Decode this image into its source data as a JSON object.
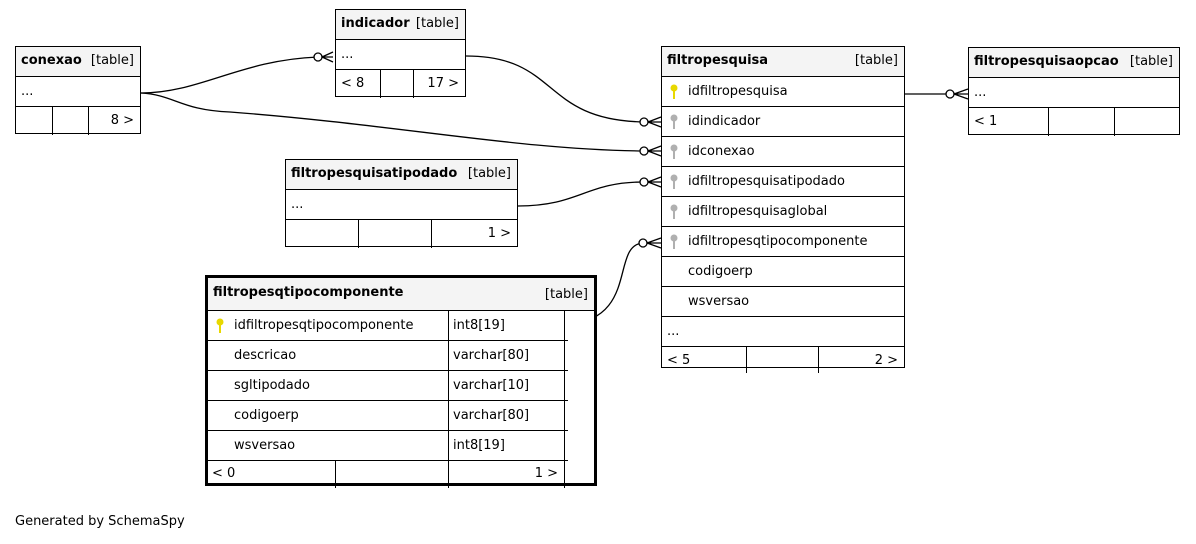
{
  "generator": "Generated by SchemaSpy",
  "tables": {
    "conexao": {
      "name": "conexao",
      "type": "[table]",
      "ellipsis": "...",
      "foot_left": "",
      "foot_right": "8 >"
    },
    "indicador": {
      "name": "indicador",
      "type": "[table]",
      "ellipsis": "...",
      "foot_left": "< 8",
      "foot_right": "17 >"
    },
    "filtropesquisa": {
      "name": "filtropesquisa",
      "type": "[table]",
      "columns": [
        {
          "name": "idfiltropesquisa",
          "key": "primary"
        },
        {
          "name": "idindicador",
          "key": "foreign"
        },
        {
          "name": "idconexao",
          "key": "foreign"
        },
        {
          "name": "idfiltropesquisatipodado",
          "key": "foreign"
        },
        {
          "name": "idfiltropesquisaglobal",
          "key": "foreign"
        },
        {
          "name": "idfiltropesqtipocomponente",
          "key": "foreign"
        },
        {
          "name": "codigoerp",
          "key": "none"
        },
        {
          "name": "wsversao",
          "key": "none"
        }
      ],
      "ellipsis": "...",
      "foot_left": "< 5",
      "foot_right": "2 >"
    },
    "filtropesquisaopcao": {
      "name": "filtropesquisaopcao",
      "type": "[table]",
      "ellipsis": "...",
      "foot_left": "< 1",
      "foot_right": ""
    },
    "filtropesquisatipodado": {
      "name": "filtropesquisatipodado",
      "type": "[table]",
      "ellipsis": "...",
      "foot_left": "",
      "foot_right": "1 >"
    },
    "filtropesqtipocomponente": {
      "name": "filtropesqtipocomponente",
      "type": "[table]",
      "columns": [
        {
          "name": "idfiltropesqtipocomponente",
          "dtype": "int8[19]",
          "key": "primary"
        },
        {
          "name": "descricao",
          "dtype": "varchar[80]",
          "key": "none"
        },
        {
          "name": "sgltipodado",
          "dtype": "varchar[10]",
          "key": "none"
        },
        {
          "name": "codigoerp",
          "dtype": "varchar[80]",
          "key": "none"
        },
        {
          "name": "wsversao",
          "dtype": "int8[19]",
          "key": "none"
        }
      ],
      "foot_left": "< 0",
      "foot_right": "1 >"
    }
  },
  "colors": {
    "primary_key": "#e8d800",
    "foreign_key": "#b0b0b0",
    "header_bg": "#f4f4f4",
    "line": "#000000"
  }
}
